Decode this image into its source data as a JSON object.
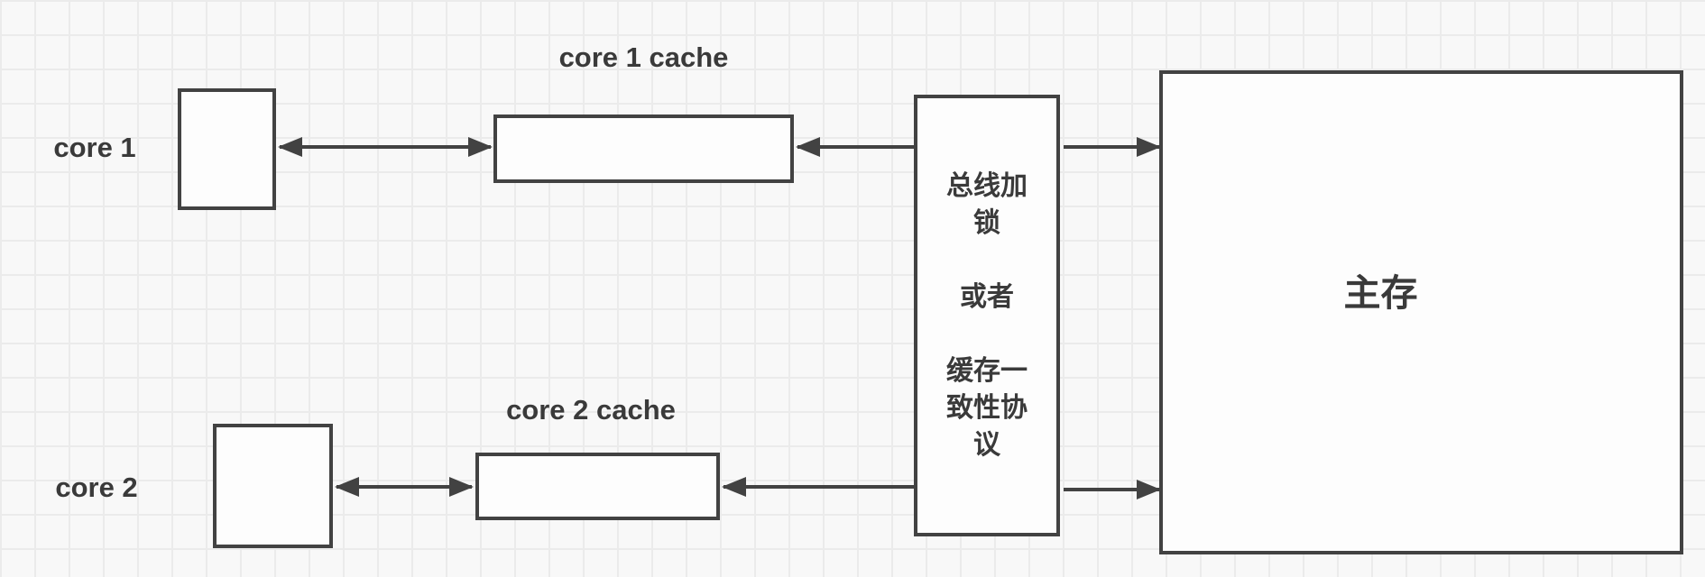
{
  "diagram": {
    "title_implied": "multi-core cache coherence diagram",
    "core1": {
      "label": "core 1",
      "cache_title": "core 1 cache"
    },
    "core2": {
      "label": "core 2",
      "cache_title": "core 2 cache"
    },
    "bus": {
      "text": "总线加锁\n\n或者\n\n缓存一致性协议"
    },
    "memory": {
      "label": "主存"
    },
    "colors": {
      "background": "#f8f8f8",
      "grid_line": "#ebebeb",
      "shape_border": "#424242",
      "shape_fill": "#fdfdfd",
      "text": "#3a3a3a"
    }
  }
}
